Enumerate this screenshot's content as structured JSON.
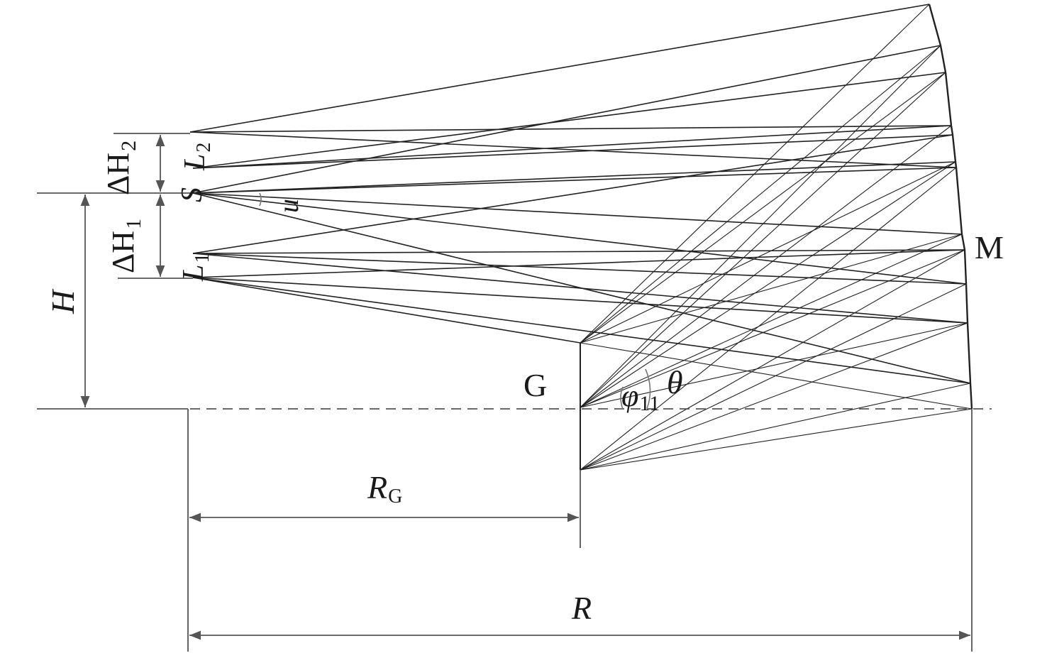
{
  "labels": {
    "mirror": "M",
    "grating": "G",
    "source": "S",
    "image_2": "L",
    "image_2_sub": "2",
    "image_1": "L",
    "image_1_sub": "1",
    "angle_u": "u",
    "delta_h2": "ΔH",
    "delta_h2_sub": "2",
    "delta_h1": "ΔH",
    "delta_h1_sub": "1",
    "height": "H",
    "phi": "φ",
    "phi_sub": "11",
    "theta": "θ",
    "radius_g": "R",
    "radius_g_sub": "G",
    "radius": "R"
  },
  "colors": {
    "ray": "#222222",
    "dimension": "#555555",
    "background": "#ffffff"
  }
}
